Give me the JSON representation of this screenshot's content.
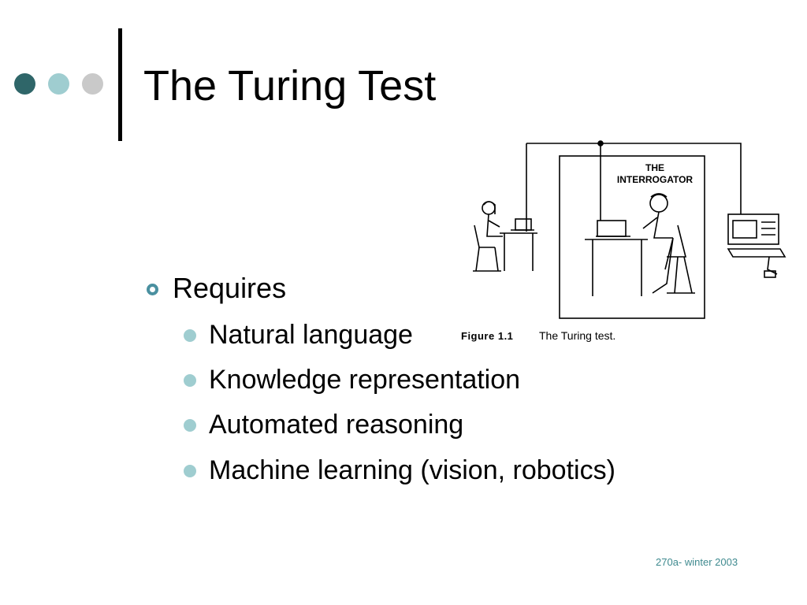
{
  "colors": {
    "dot_dark": "#2f6669",
    "dot_mid": "#9fcdd0",
    "dot_light": "#c9c9c9",
    "bullet_l1": "#4a90a0",
    "bullet_l2": "#9fcdd0",
    "footer": "#3f8a8f"
  },
  "slide": {
    "title": "The Turing Test",
    "bullets": [
      {
        "text": "Requires",
        "children": [
          "Natural language",
          "Knowledge representation",
          "Automated reasoning",
          "Machine learning (vision, robotics)"
        ]
      }
    ],
    "figure": {
      "interrogator_line1": "THE",
      "interrogator_line2": "INTERROGATOR",
      "caption_label": "Figure 1.1",
      "caption_text": "The Turing test."
    },
    "footer": "270a- winter 2003"
  }
}
